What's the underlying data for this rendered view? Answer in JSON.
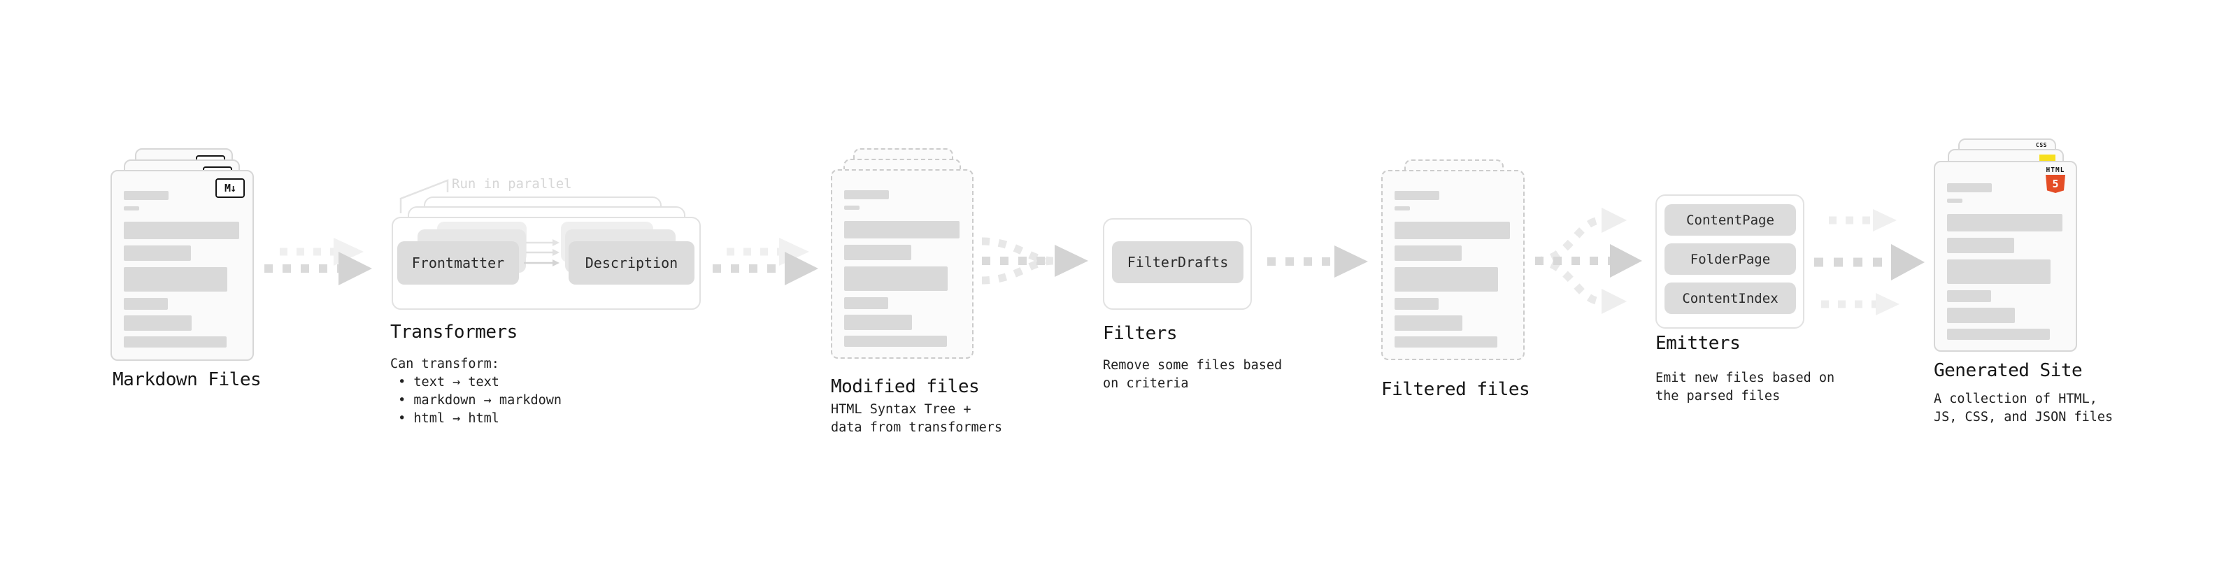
{
  "nodes": {
    "markdown_files": {
      "label": "Markdown Files",
      "badge": "M↓"
    },
    "transformers": {
      "label": "Transformers",
      "note": "Run in parallel",
      "pills": [
        "Frontmatter",
        "Description"
      ],
      "desc": [
        "Can transform:",
        " • text → text",
        " • markdown → markdown",
        " • html → html"
      ]
    },
    "modified_files": {
      "label": "Modified files",
      "desc": [
        "HTML Syntax Tree +",
        "data from transformers"
      ]
    },
    "filters": {
      "label": "Filters",
      "pills": [
        "FilterDrafts"
      ],
      "desc": [
        "Remove some files based",
        "on criteria"
      ]
    },
    "filtered_files": {
      "label": "Filtered files"
    },
    "emitters": {
      "label": "Emitters",
      "pills": [
        "ContentPage",
        "FolderPage",
        "ContentIndex"
      ],
      "desc": [
        "Emit new files based on",
        "the parsed files"
      ]
    },
    "generated_site": {
      "label": "Generated Site",
      "desc": [
        "A collection of HTML,",
        "JS, CSS, and JSON files"
      ],
      "badges": {
        "html_label": "HTML",
        "html_number": "5",
        "css_label": "CSS"
      }
    }
  },
  "colors": {
    "html5_orange": "#e44d26",
    "js_yellow": "#f7df1e",
    "css_blue": "#2062af"
  }
}
